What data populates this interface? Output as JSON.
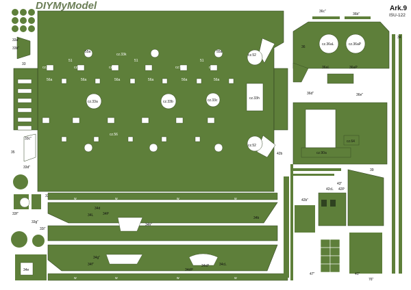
{
  "header": {
    "logo_text": "DIYMyModel",
    "sheet_id": "Ark.9",
    "model_name": "ISU-122"
  },
  "colors": {
    "hull_green": "#5e7f3a",
    "edge_dark": "#2f4220",
    "paper": "#ffffff",
    "label": "#111111"
  },
  "parts": {
    "p33a": "33a\"",
    "p33b": "33b\"",
    "p33": "33",
    "p51a": "51",
    "p51b": "51",
    "p51c": "51",
    "cz33k": "cz.33k",
    "cz56a": "cz.56",
    "cz56b": "cz.56",
    "cz56c": "cz.56",
    "cz56d": "cz.56",
    "cz56e": "cz.56",
    "cz56f": "cz.56",
    "p55a": "55a",
    "p55b": "55a",
    "p56a": "56a",
    "p56b": "56a",
    "p56c": "56a",
    "p56d": "56a",
    "p56e": "56a",
    "p56f": "56a",
    "cz33a": "cz.33a",
    "cz33b": "cz.33b",
    "cz33c": "cz.33c",
    "cz33h": "cz.33h",
    "cz52a": "cz.52",
    "cz52b": "cz.52",
    "cz64": "cz.64",
    "cz90a": "cz.90a",
    "p36": "36",
    "p36b": "36b\"",
    "p36c": "36c\"",
    "cz36aL": "cz.36aL",
    "cz36aP": "cz.36aP",
    "p36aL": "36aL",
    "p36aP": "36aP",
    "p36d": "36d\"",
    "p36e": "36e\"",
    "p34": "34",
    "p33c": "33c\"",
    "p33d": "33d\"",
    "p33e": "33e\"",
    "p35": "35",
    "p42": "42b",
    "p42b": "42b\"",
    "p42L": "42cL",
    "p42P": "42P",
    "p43": "43\"",
    "p39": "39",
    "p34b": "34b",
    "p34L": "34L",
    "p34P": "34P",
    "p34d": "34d",
    "p34h": "34h\"",
    "p34g": "34g\"",
    "p34f": "34f\"",
    "p34e": "34e",
    "p34cP": "34cP",
    "p34cL": "34cL",
    "p34dP": "34dP",
    "p33h": "33h\"",
    "p33f": "33f\"",
    "p33g": "33g\"",
    "p33i": "33i\"",
    "p41": "41\"",
    "p47": "47\"",
    "p76": "76\"",
    "w": "w"
  }
}
